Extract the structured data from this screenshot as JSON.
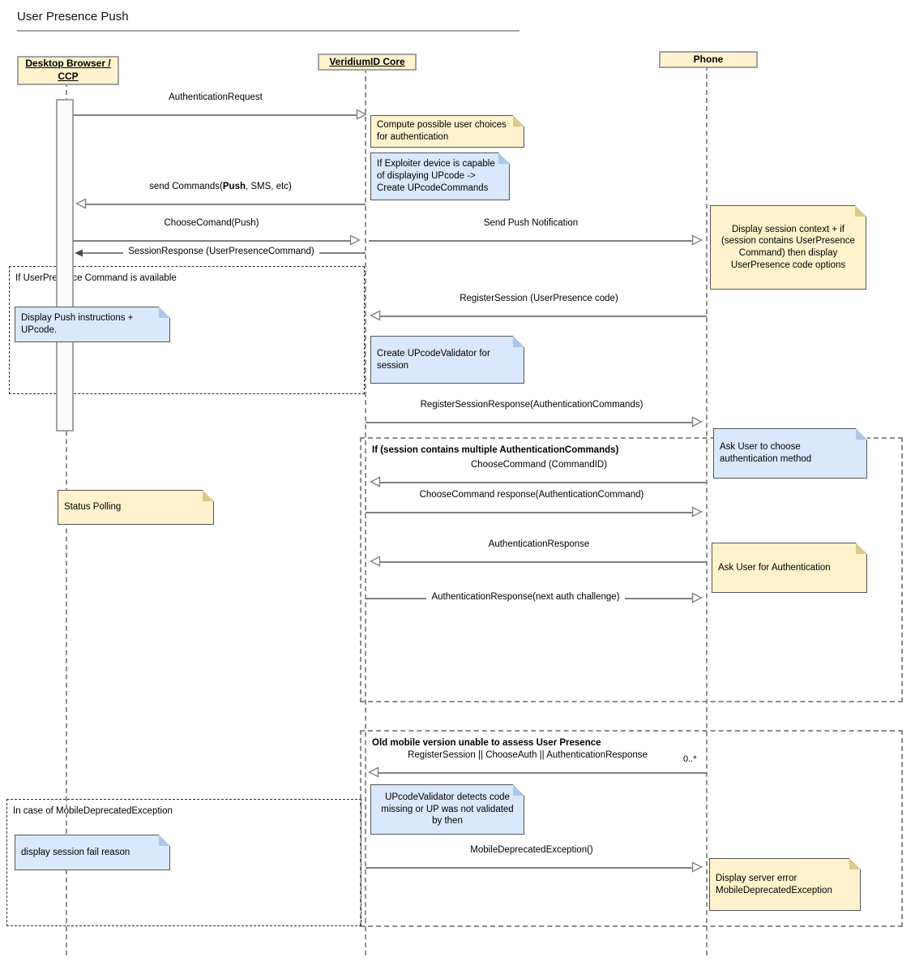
{
  "diagram": {
    "title": "User Presence Push",
    "actors": {
      "desktop": "Desktop Browser / CCP",
      "core": "VeridiumID Core",
      "phone": "Phone"
    },
    "fragments": {
      "up_available": "If UserPresence Command is available",
      "multiple_commands": "If (session contains multiple AuthenticationCommands)",
      "old_mobile": "Old mobile version unable to assess User Presence",
      "mobile_deprecated": "In case of MobileDeprecatedException"
    },
    "messages": {
      "auth_request": "AuthenticationRequest",
      "send_commands_pre": "send Commands(",
      "send_commands_bold": "Push",
      "send_commands_post": ", SMS, etc)",
      "choose_comand": "ChooseComand(Push)",
      "send_push": "Send Push Notification",
      "session_response": "SessionResponse (UserPresenceCommand)",
      "register_session": "RegisterSession (UserPresence code)",
      "register_session_response": "RegisterSessionResponse(AuthenticationCommands)",
      "choose_command": "ChooseCommand (CommandID)",
      "choose_command_response": "ChooseCommand response(AuthenticationCommand)",
      "auth_response": "AuthenticationResponse",
      "auth_response_next": "AuthenticationResponse(next auth challenge)",
      "register_or": "RegisterSession || ChooseAuth || AuthenticationResponse",
      "multiplicity": "0..*",
      "mobile_deprecated_exception": "MobileDeprecatedException()"
    },
    "notes": {
      "compute_choices": "Compute possible user choices for authentication",
      "exploiter": "If Exploiter device is capable of displaying UPcode -> Create UPcodeCommands",
      "session_context": "Display session context + if (session contains UserPresence Command) then display UserPresence code options",
      "push_instructions": "Display Push instructions + UPcode.",
      "create_validator": "Create UPcodeValidator for session",
      "ask_choose": "Ask User to choose authentication method",
      "status_polling": "Status Polling",
      "ask_auth": "Ask User for Authentication",
      "upvalidator": "UPcodeValidator detects code missing or UP was not validated by then",
      "fail_reason": "display session fail reason",
      "server_error": "Display server error MobileDeprecatedException"
    },
    "colors": {
      "note_yellow": "#FFF2CC",
      "note_blue": "#DAE8FC",
      "actor_fill": "#FFF2CC",
      "arrow": "#828282"
    }
  }
}
